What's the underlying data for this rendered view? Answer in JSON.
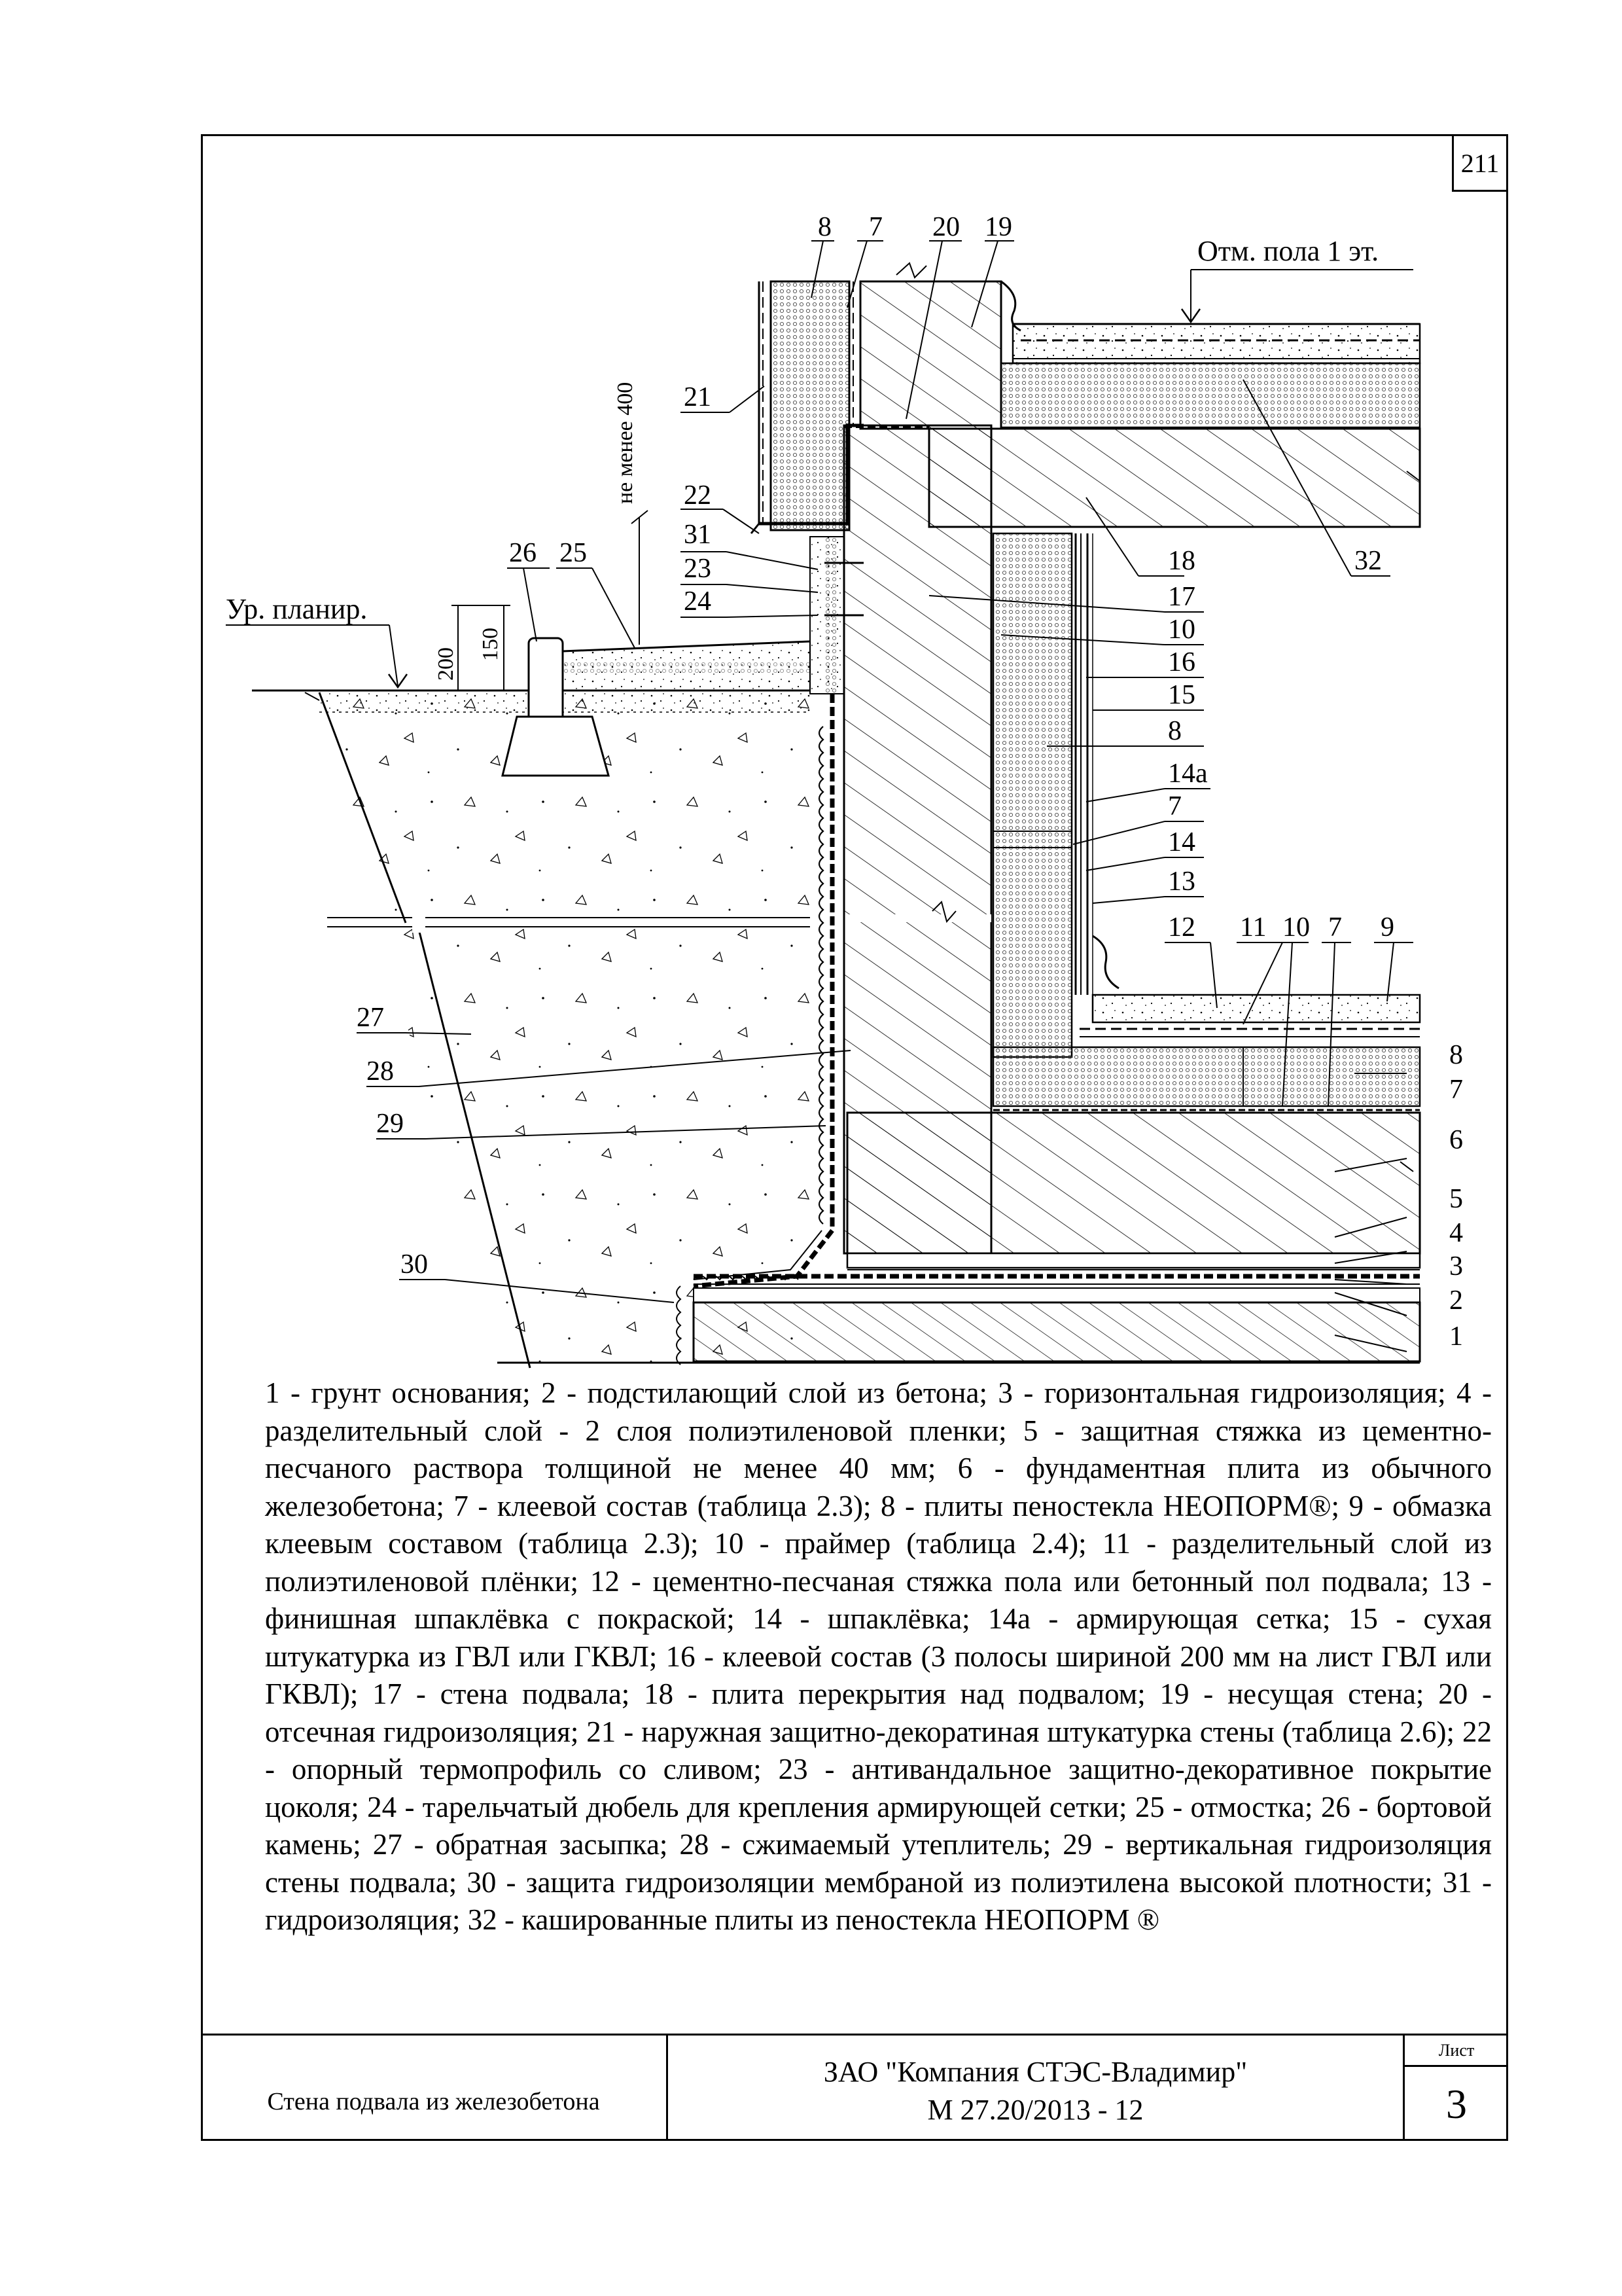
{
  "page_number": "211",
  "labels": {
    "floor_level": "Отм. пола 1 эт.",
    "ground_level": "Ур. планир.",
    "min_height": "не менее 400",
    "dim_150": "150",
    "dim_200": "200"
  },
  "callouts": {
    "c1": "1",
    "c2": "2",
    "c3": "3",
    "c4": "4",
    "c5": "5",
    "c6": "6",
    "c7": "7",
    "c8": "8",
    "c9": "9",
    "c10": "10",
    "c11": "11",
    "c12": "12",
    "c13": "13",
    "c14": "14",
    "c14a": "14а",
    "c15": "15",
    "c16": "16",
    "c17": "17",
    "c18": "18",
    "c19": "19",
    "c20": "20",
    "c21": "21",
    "c22": "22",
    "c23": "23",
    "c24": "24",
    "c25": "25",
    "c26": "26",
    "c27": "27",
    "c28": "28",
    "c29": "29",
    "c30": "30",
    "c31": "31",
    "c32": "32"
  },
  "legend": "1 - грунт основания; 2 - подстилающий слой из бетона; 3 - горизонтальная гидроизоляция; 4 - разделительный слой - 2 слоя полиэтиленовой пленки; 5 - защитная стяжка из цементно-песчаного раствора толщиной не менее 40 мм; 6 - фундаментная плита из обычного железобетона; 7 - клеевой состав (таблица 2.3); 8 - плиты пеностекла НЕОПОРМ®; 9 - обмазка клеевым составом (таблица 2.3); 10 - праймер (таблица 2.4); 11 - разделительный слой из полиэтиленовой плёнки; 12 - цементно-песчаная стяжка пола или бетонный пол подвала; 13 - финишная шпаклёвка с покраской; 14 - шпаклёвка; 14а - армирующая сетка; 15 - сухая штукатурка из ГВЛ или ГКВЛ; 16 - клеевой состав (3 полосы шириной 200 мм на лист ГВЛ или ГКВЛ); 17 - стена подвала; 18 - плита перекрытия над подвалом; 19 - несущая стена; 20 - отсечная гидроизоляция; 21 - наружная защитно-декоратиная штукатурка стены (таблица 2.6); 22 - опорный термопрофиль со сливом; 23 - антивандальное защитно-декоративное покрытие цоколя; 24 - тарельчатый дюбель для крепления армирующей сетки; 25 - отмостка; 26 - бортовой камень; 27 - обратная засыпка; 28 - сжимаемый утеплитель; 29 - вертикальная гидроизоляция стены подвала; 30 - защита гидроизоляции мембраной из полиэтилена высокой плотности; 31 - гидроизоляция; 32 - кашированные плиты из пеностекла НЕОПОРМ ®",
  "title_block": {
    "drawing_name": "Стена подвала из железобетона",
    "company": "ЗАО \"Компания СТЭС-Владимир\"",
    "code": "М 27.20/2013 - 12",
    "sheet_label": "Лист",
    "sheet_number": "3"
  }
}
